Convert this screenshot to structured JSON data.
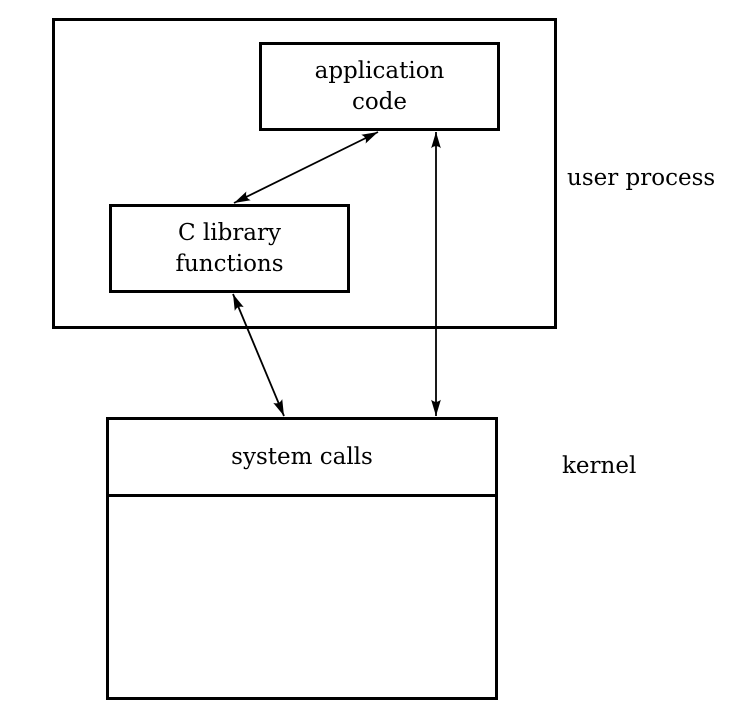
{
  "boxes": {
    "application": {
      "line1": "application",
      "line2": "code"
    },
    "c_library": {
      "line1": "C library",
      "line2": "functions"
    },
    "system_calls": {
      "label": "system calls"
    }
  },
  "labels": {
    "user_process": "user process",
    "kernel": "kernel"
  },
  "arrows": [
    {
      "from": "C library functions",
      "to": "application code",
      "bidirectional": true
    },
    {
      "from": "application code",
      "to": "system calls",
      "bidirectional": true
    },
    {
      "from": "C library functions",
      "to": "system calls",
      "bidirectional": true
    }
  ],
  "colors": {
    "line": "#000000",
    "text": "#000000",
    "background": "#ffffff"
  }
}
